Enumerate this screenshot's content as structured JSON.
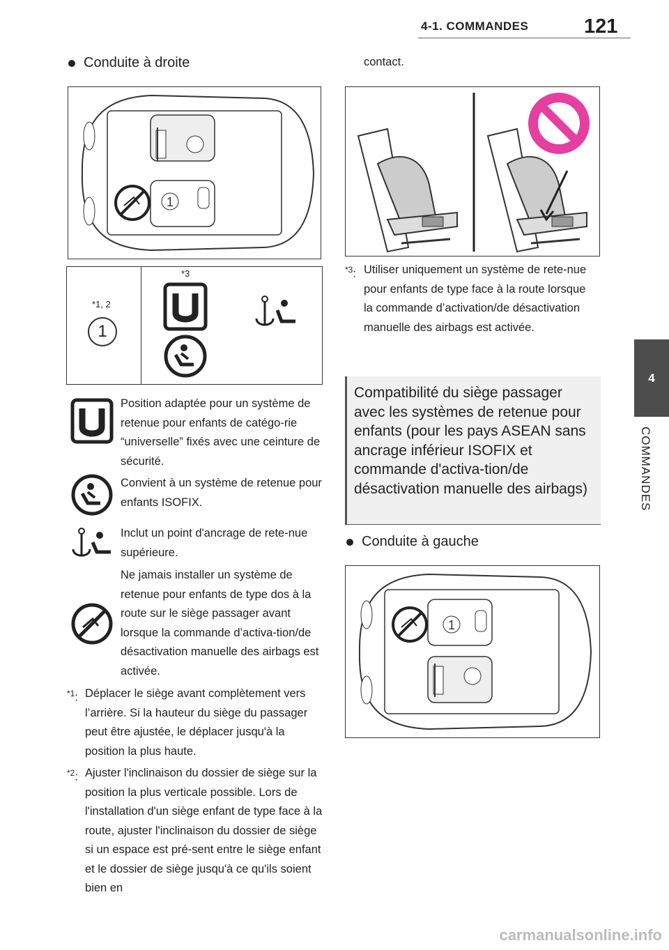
{
  "header": {
    "section": "4-1. COMMANDES",
    "page_number": "121"
  },
  "side_tab": {
    "number": "4",
    "label": "COMMANDES"
  },
  "left": {
    "bullet_right_drive": "Conduite à droite",
    "table": {
      "col1_note": "*1, 2",
      "col2_note": "*3",
      "seat_number": "1"
    },
    "legend": [
      {
        "icon": "universal-u-icon",
        "text": "Position adaptée pour un système de retenue pour enfants de catégo-rie “universelle” fixés avec une ceinture de sécurité."
      },
      {
        "icon": "isofix-seat-icon",
        "text": "Convient à un système de retenue pour enfants ISOFIX."
      },
      {
        "icon": "top-tether-anchor-icon",
        "text": "Inclut un point d'ancrage de rete-nue supérieure."
      },
      {
        "icon": "no-rear-facing-seat-icon",
        "text": "Ne jamais installer un système de retenue pour enfants de type dos à la route sur le siège passager avant lorsque la commande d’activa-tion/de désactivation manuelle des airbags est activée."
      }
    ],
    "notes": [
      {
        "mark": "*1",
        "text": "Déplacer le siège avant complètement vers l’arrière. Si la hauteur du siège du passager peut être ajustée, le déplacer jusqu'à la position la plus haute."
      },
      {
        "mark": "*2",
        "text": "Ajuster l'inclinaison du dossier de siège sur la position la plus verticale possible. Lors de l'installation d'un siège enfant de type face à la route, ajuster l'inclinaison du dossier de siège si un espace est pré-sent entre le siège enfant et le dossier de siège jusqu'à ce qu'ils soient bien en"
      }
    ]
  },
  "right": {
    "continued_text": "contact.",
    "note3": {
      "mark": "*3",
      "text": "Utiliser uniquement un système de rete-nue pour enfants de type face à la route lorsque la commande d’activation/de désactivation manuelle des airbags est activée."
    },
    "heading": "Compatibilité du siège passager avec les systèmes de retenue pour enfants (pour les pays ASEAN sans ancrage inférieur ISOFIX et commande d'activa-tion/de désactivation manuelle des airbags)",
    "bullet_left_drive": "Conduite à gauche",
    "seat_number": "1"
  },
  "watermark": "carmanualsonline.info",
  "colors": {
    "prohibition": "#e53fa0",
    "tab": "#4d4d4d",
    "heading_bg": "#f0f0f0"
  }
}
